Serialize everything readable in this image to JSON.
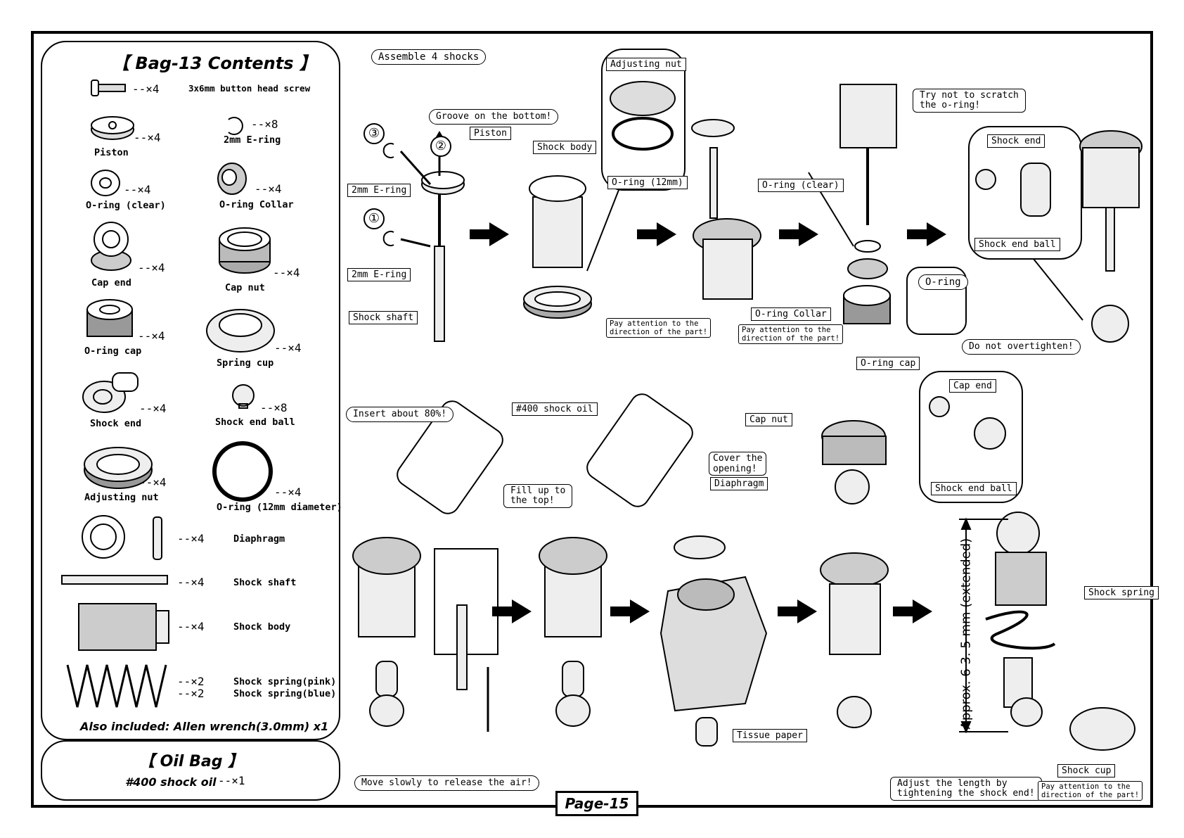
{
  "bag13": {
    "title": "【 Bag-13 Contents 】",
    "parts": [
      {
        "name": "3x6mm button head screw",
        "qty": "--×4"
      },
      {
        "name": "Piston",
        "qty": "--×4"
      },
      {
        "name": "2mm E-ring",
        "qty": "--×8"
      },
      {
        "name": "O-ring (clear)",
        "qty": "--×4"
      },
      {
        "name": "O-ring Collar",
        "qty": "--×4"
      },
      {
        "name": "Cap end",
        "qty": "--×4"
      },
      {
        "name": "Cap nut",
        "qty": "--×4"
      },
      {
        "name": "O-ring cap",
        "qty": "--×4"
      },
      {
        "name": "Spring cup",
        "qty": "--×4"
      },
      {
        "name": "Shock end",
        "qty": "--×4"
      },
      {
        "name": "Shock end ball",
        "qty": "--×8"
      },
      {
        "name": "Adjusting nut",
        "qty": "--×4"
      },
      {
        "name": "O-ring (12mm diameter)",
        "qty": "--×4"
      },
      {
        "name": "Diaphragm",
        "qty": "--×4"
      },
      {
        "name": "Shock shaft",
        "qty": "--×4"
      },
      {
        "name": "Shock body",
        "qty": "--×4"
      },
      {
        "name": "Shock spring(pink)",
        "qty": "--×2"
      },
      {
        "name": "Shock spring(blue)",
        "qty": "--×2"
      }
    ],
    "also_included": "Also included: Allen wrench(3.0mm) x1"
  },
  "oilbag": {
    "title": "【 Oil Bag 】",
    "item": "#400 shock oil",
    "qty": "--×1"
  },
  "steps": {
    "assemble": "Assemble 4 shocks",
    "n1": "①",
    "n2": "②",
    "n3": "③",
    "groove": "Groove on the bottom!",
    "piston": "Piston",
    "ering_top": "2mm E-ring",
    "ering_bottom": "2mm E-ring",
    "shock_shaft": "Shock shaft",
    "shock_body": "Shock body",
    "adjusting_nut": "Adjusting nut",
    "oring_12": "O-ring (12mm)",
    "pay1": "Pay attention to the\ndirection of the part!",
    "oring_clear": "O-ring (clear)",
    "try_not": "Try not to scratch\nthe o-ring!",
    "oring_collar": "O-ring Collar",
    "pay2": "Pay attention to the\ndirection of the part!",
    "oring": "O-ring",
    "oring_cap": "O-ring cap",
    "shock_end": "Shock end",
    "shock_end_ball": "Shock end ball",
    "do_not": "Do not overtighten!",
    "insert": "Insert about 80%!",
    "oil": "#400 shock oil",
    "fill": "Fill up to\nthe top!",
    "move": "Move slowly to release the air!",
    "cover": "Cover the\nopening!",
    "diaphragm": "Diaphragm",
    "tissue": "Tissue paper",
    "cap_nut": "Cap nut",
    "cap_end": "Cap end",
    "shock_end_ball2": "Shock end ball",
    "approx": "Approx. 6 3. 5 mm (extended)",
    "shock_spring": "Shock spring",
    "shock_cup": "Shock cup",
    "adjust": "Adjust the length by\ntightening the shock end!",
    "pay3": "Pay attention to the\ndirection of the part!"
  },
  "page": "Page-15"
}
